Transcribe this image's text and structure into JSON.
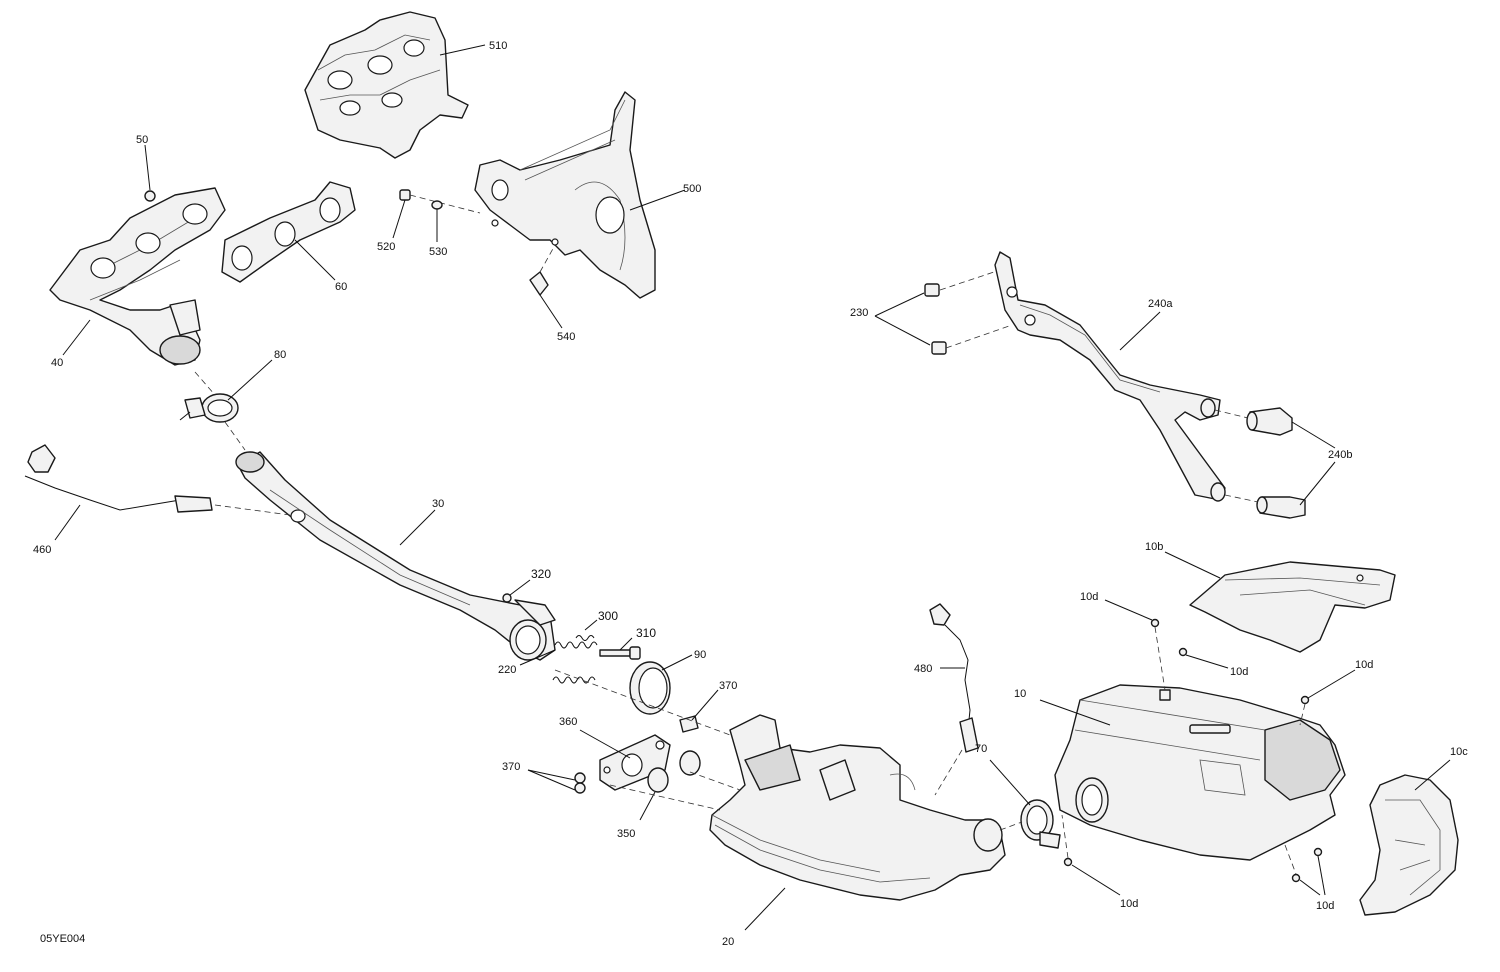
{
  "figure_code": "05YE004",
  "callouts": {
    "c510": "510",
    "c50": "50",
    "c520": "520",
    "c530": "530",
    "c500": "500",
    "c60": "60",
    "c540": "540",
    "c40": "40",
    "c80": "80",
    "c230": "230",
    "c240a": "240a",
    "c240b": "240b",
    "c460": "460",
    "c30": "30",
    "c320": "320",
    "c300": "300",
    "c310": "310",
    "c90": "90",
    "c220": "220",
    "c370a": "370",
    "c370b": "370",
    "c360": "360",
    "c350": "350",
    "c480": "480",
    "c10b": "10b",
    "c10d_1": "10d",
    "c10d_2": "10d",
    "c10d_3": "10d",
    "c10d_4": "10d",
    "c10d_5": "10d",
    "c10": "10",
    "c10c": "10c",
    "c70": "70",
    "c20": "20"
  }
}
